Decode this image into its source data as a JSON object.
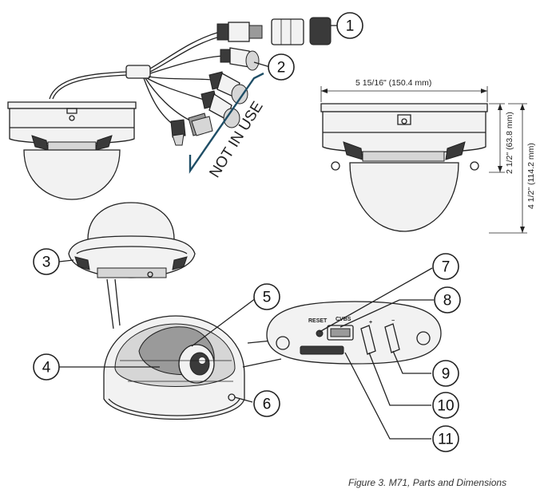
{
  "figure": {
    "caption": "Figure 3. M71, Parts and Dimensions",
    "not_in_use_label": "NOT IN USE",
    "callouts": [
      "1",
      "2",
      "3",
      "4",
      "5",
      "6",
      "7",
      "8",
      "9",
      "10",
      "11"
    ],
    "dimensions": {
      "width": "5 15/16\" (150.4 mm)",
      "dome_height": "2 1/2\" (63.8 mm)",
      "total_height": "4 1/2\" (114.2 mm)"
    },
    "panel_labels": {
      "reset": "RESET",
      "cvbs": "CVBS"
    },
    "colors": {
      "not_in_use_bracket": "#1f4e66",
      "line": "#222222",
      "background": "#ffffff"
    }
  }
}
